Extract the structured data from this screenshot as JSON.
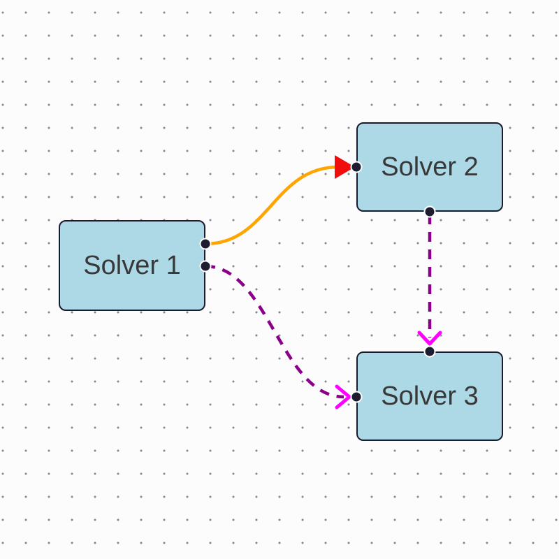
{
  "canvas": {
    "background_color": "#fcfcfd",
    "dot_color": "#87878f"
  },
  "node_style": {
    "fill": "#add8e6",
    "border_color": "#1b1b2f",
    "text_color": "#383838"
  },
  "nodes": [
    {
      "id": "solver-1",
      "label": "Solver 1"
    },
    {
      "id": "solver-2",
      "label": "Solver 2"
    },
    {
      "id": "solver-3",
      "label": "Solver 3"
    }
  ],
  "edges": [
    {
      "from": "Solver 1",
      "to": "Solver 2",
      "line_style": "solid",
      "color": "#ffa500",
      "arrowhead": "filled-triangle",
      "arrow_color": "#f20d0d"
    },
    {
      "from": "Solver 1",
      "to": "Solver 3",
      "line_style": "dashed",
      "color": "#8b008b",
      "arrowhead": "open-chevron",
      "arrow_color": "#ff00ff"
    },
    {
      "from": "Solver 2",
      "to": "Solver 3",
      "line_style": "dashed",
      "color": "#8b008b",
      "arrowhead": "open-chevron",
      "arrow_color": "#ff00ff"
    }
  ]
}
